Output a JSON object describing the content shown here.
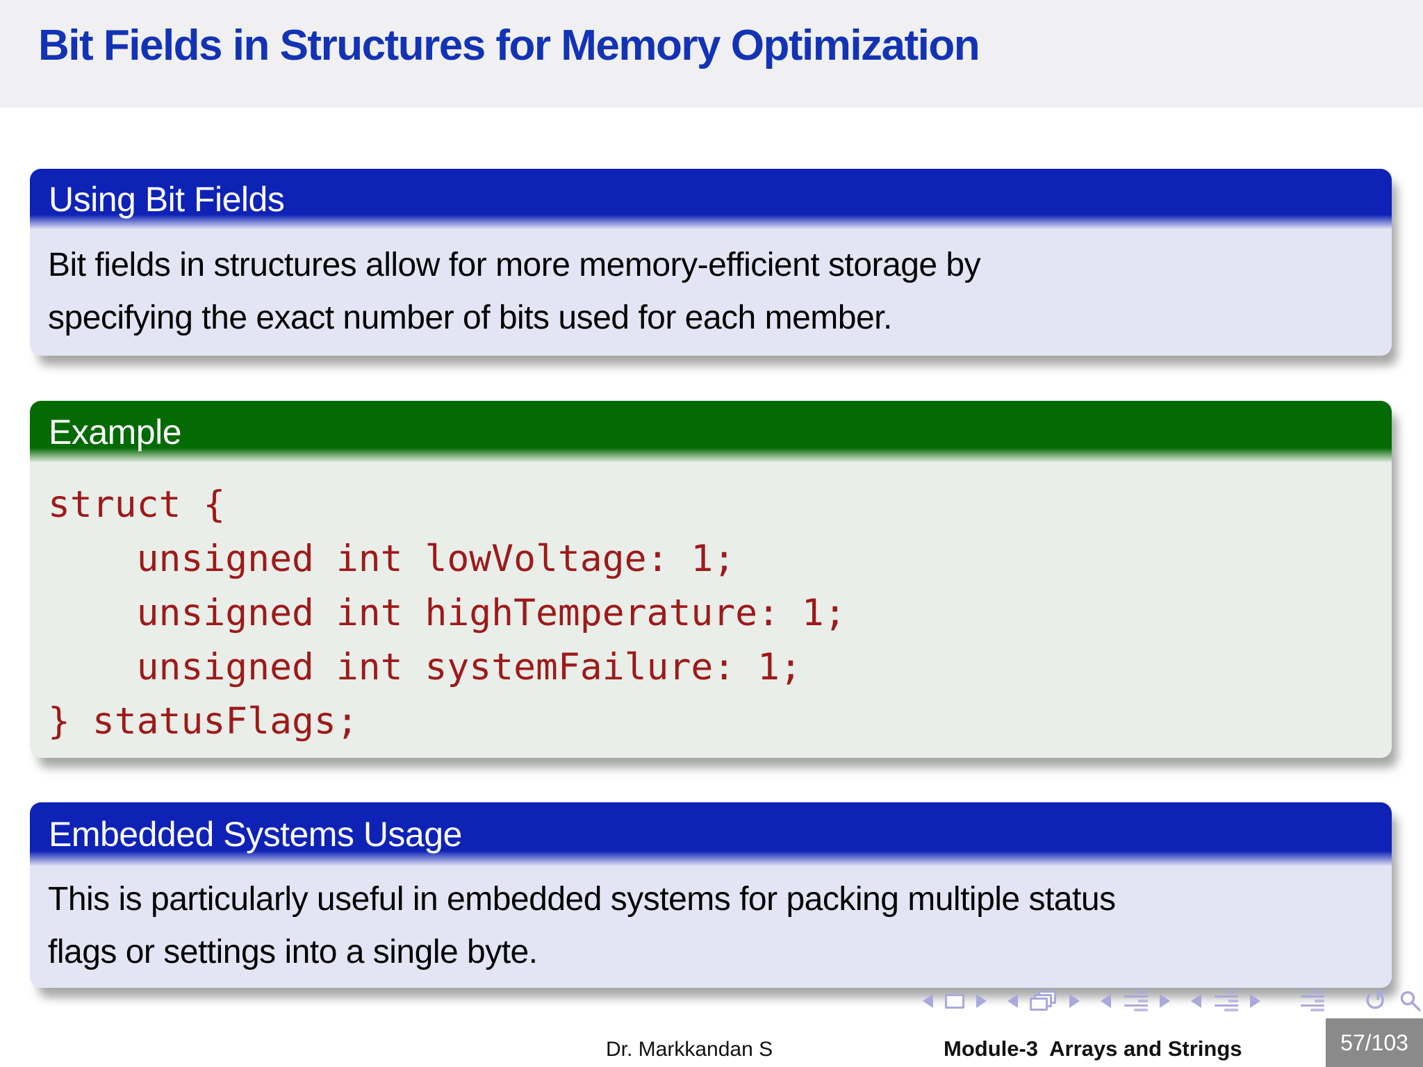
{
  "slide": {
    "title": "Bit Fields in Structures for Memory Optimization",
    "blocks": {
      "using_bit_fields": {
        "title": "Using Bit Fields",
        "line1": "Bit fields in structures allow for more memory-efficient storage by",
        "line2": "specifying the exact number of bits used for each member."
      },
      "example": {
        "title": "Example",
        "code_lines": [
          "struct {",
          "    unsigned int lowVoltage: 1;",
          "    unsigned int highTemperature: 1;",
          "    unsigned int systemFailure: 1;",
          "} statusFlags;"
        ]
      },
      "embedded": {
        "title": "Embedded Systems Usage",
        "line1": "This is particularly useful in embedded systems for packing multiple status",
        "line2": "flags or settings into a single byte."
      }
    },
    "nav": {
      "undo_glyph": "↺",
      "redo_glyph": "↻",
      "icon_names": [
        "prev-frame-icon",
        "frame-icon",
        "next-frame-icon",
        "prev-subsection-icon",
        "frames-stack-icon",
        "next-subsection-icon",
        "prev-section-icon",
        "section-list-icon",
        "next-section-icon",
        "prev-doc-icon",
        "doc-list-icon",
        "next-doc-icon",
        "appendix-list-icon",
        "undo-icon",
        "search-icon",
        "redo-icon"
      ]
    },
    "footer": {
      "author": "Dr. Markkandan S",
      "module": "Module-3  Arrays and Strings",
      "page": "57/103"
    },
    "colors": {
      "title_blue": "#1333b5",
      "block_blue": "#0e22b6",
      "block_blue_body": "#e3e5f4",
      "block_green": "#046a04",
      "block_green_body": "#e9eee9",
      "code_red": "#9d1a1a",
      "nav_lavender": "#a9a9dc",
      "page_box_gray": "#8a8a8a",
      "titlebar_gray": "#f0f0f3"
    }
  }
}
